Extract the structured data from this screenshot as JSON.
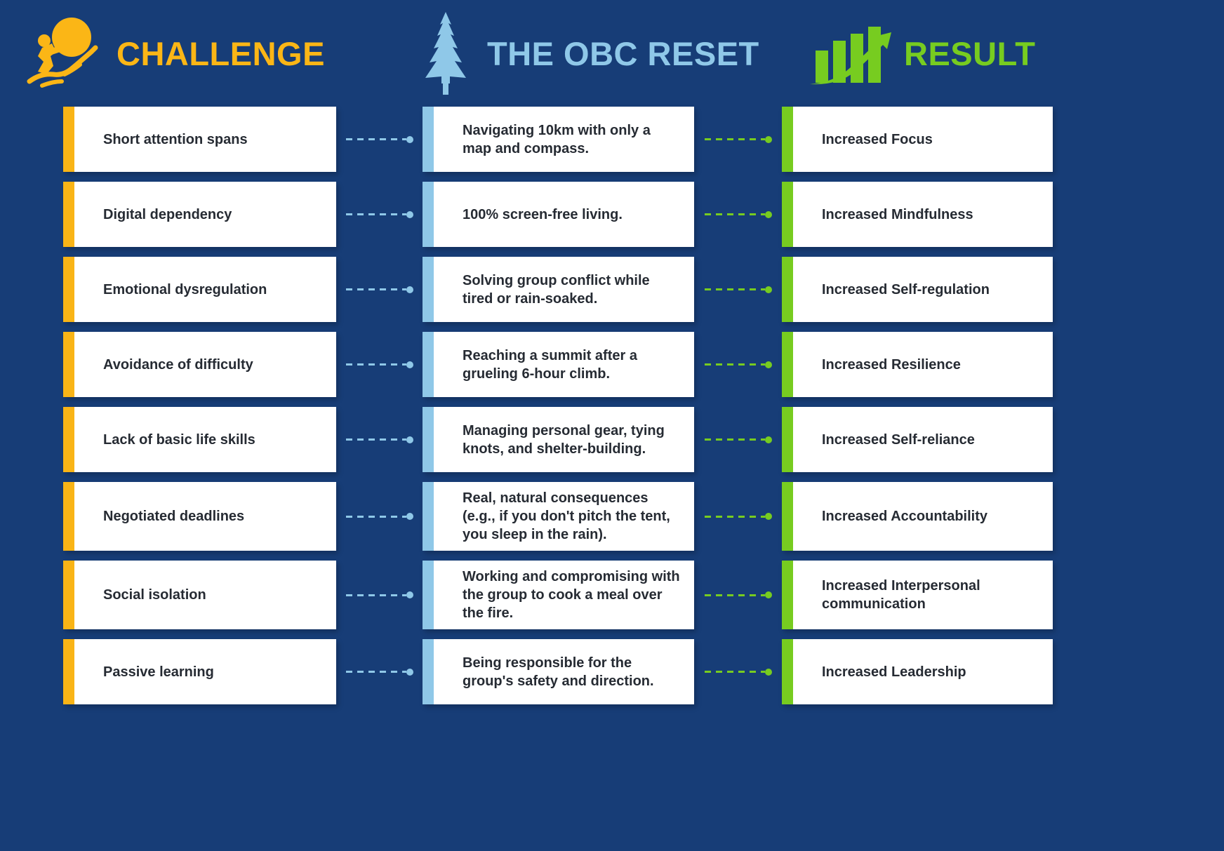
{
  "background_color": "#173D77",
  "header": {
    "columns": [
      {
        "id": "challenge",
        "title": "CHALLENGE",
        "color": "#FBB616",
        "icon": "person-pushing-boulder-uphill-icon"
      },
      {
        "id": "reset",
        "title": "THE OBC RESET",
        "color": "#8FC8E8",
        "icon": "pine-tree-icon"
      },
      {
        "id": "result",
        "title": "RESULT",
        "color": "#77CC20",
        "icon": "growth-bar-chart-arrow-icon"
      }
    ]
  },
  "accent_colors": {
    "challenge": "#F9B416",
    "reset": "#8FC8E8",
    "result": "#77CC20"
  },
  "rows": [
    {
      "challenge": "Short attention spans",
      "reset": "Navigating 10km with only a map and compass.",
      "result": "Increased Focus"
    },
    {
      "challenge": "Digital dependency",
      "reset": "100% screen-free living.",
      "result": "Increased Mindfulness"
    },
    {
      "challenge": "Emotional dysregulation",
      "reset": "Solving group conflict while tired or rain-soaked.",
      "result": "Increased Self-regulation"
    },
    {
      "challenge": "Avoidance of difficulty",
      "reset": "Reaching a summit after a grueling 6-hour climb.",
      "result": "Increased Resilience"
    },
    {
      "challenge": "Lack of basic life skills",
      "reset": "Managing personal gear, tying knots, and shelter-building.",
      "result": "Increased Self-reliance"
    },
    {
      "challenge": "Negotiated deadlines",
      "reset": "Real, natural consequences (e.g., if you don't pitch the tent, you sleep in the rain).",
      "result": "Increased Accountability"
    },
    {
      "challenge": "Social isolation",
      "reset": "Working and compromising with the group to cook a meal over the fire.",
      "result": "Increased Interpersonal communication"
    },
    {
      "challenge": "Passive learning",
      "reset": "Being responsible for the group's safety and direction.",
      "result": "Increased Leadership"
    }
  ]
}
